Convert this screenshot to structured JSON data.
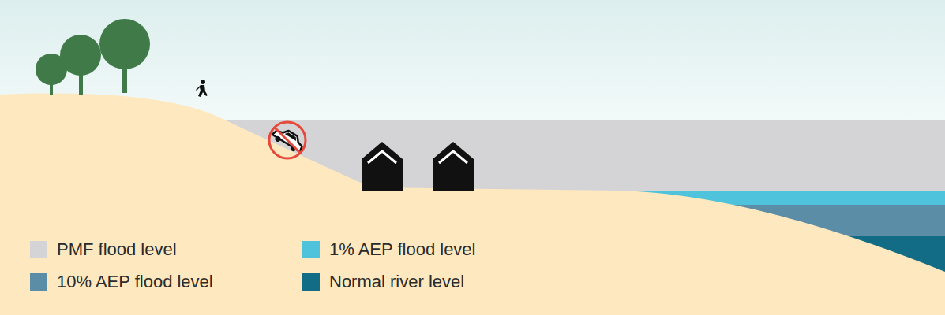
{
  "diagram": {
    "legend": [
      {
        "text": "PMF flood level",
        "color": "#d4d4d6"
      },
      {
        "text": "1% AEP flood level",
        "color": "#4fc3dc"
      },
      {
        "text": "10% AEP flood level",
        "color": "#5b8ea6"
      },
      {
        "text": "Normal river level",
        "color": "#126c86"
      }
    ]
  }
}
